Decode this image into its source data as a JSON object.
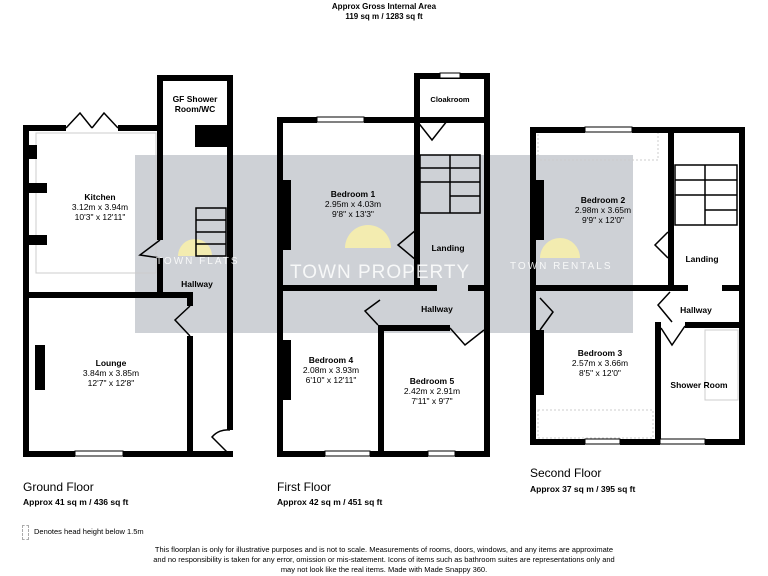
{
  "header": {
    "title": "Approx Gross Internal Area",
    "area": "119 sq m / 1283 sq ft"
  },
  "floors": [
    {
      "name": "Ground Floor",
      "area": "Approx 41 sq m / 436 sq ft",
      "rooms": [
        {
          "name": "GF Shower Room/WC",
          "dims_m": "",
          "dims_ft": ""
        },
        {
          "name": "Kitchen",
          "dims_m": "3.12m x 3.94m",
          "dims_ft": "10'3\" x 12'11\""
        },
        {
          "name": "Hallway",
          "dims_m": "",
          "dims_ft": ""
        },
        {
          "name": "Lounge",
          "dims_m": "3.84m x 3.85m",
          "dims_ft": "12'7\" x 12'8\""
        }
      ]
    },
    {
      "name": "First Floor",
      "area": "Approx 42 sq m / 451 sq ft",
      "rooms": [
        {
          "name": "Cloakroom",
          "dims_m": "",
          "dims_ft": ""
        },
        {
          "name": "Bedroom 1",
          "dims_m": "2.95m x 4.03m",
          "dims_ft": "9'8\" x 13'3\""
        },
        {
          "name": "Landing",
          "dims_m": "",
          "dims_ft": ""
        },
        {
          "name": "Hallway",
          "dims_m": "",
          "dims_ft": ""
        },
        {
          "name": "Bedroom 4",
          "dims_m": "2.08m x 3.93m",
          "dims_ft": "6'10\" x 12'11\""
        },
        {
          "name": "Bedroom 5",
          "dims_m": "2.42m x 2.91m",
          "dims_ft": "7'11\" x 9'7\""
        }
      ]
    },
    {
      "name": "Second Floor",
      "area": "Approx 37 sq m / 395 sq ft",
      "rooms": [
        {
          "name": "Bedroom 2",
          "dims_m": "2.98m x 3.65m",
          "dims_ft": "9'9\" x 12'0\""
        },
        {
          "name": "Landing",
          "dims_m": "",
          "dims_ft": ""
        },
        {
          "name": "Hallway",
          "dims_m": "",
          "dims_ft": ""
        },
        {
          "name": "Bedroom 3",
          "dims_m": "2.57m x 3.66m",
          "dims_ft": "8'5\" x 12'0\""
        },
        {
          "name": "Shower Room",
          "dims_m": "",
          "dims_ft": ""
        }
      ]
    }
  ],
  "watermarks": [
    "TOWN FLATS",
    "TOWN PROPERTY",
    "TOWN RENTALS"
  ],
  "legend": "Denotes head height below 1.5m",
  "disclaimer": [
    "This floorplan is only for illustrative purposes and is not to scale. Measurements of rooms, doors, windows, and any items are approximate",
    "and no responsibility is taken for any error, omission or mis-statement. Icons of items such as bathroom suites are representations only and",
    "may not look like the real items. Made with Made Snappy 360."
  ],
  "colors": {
    "wall": "#000000",
    "watermark_band": "#c5c9cf",
    "logo": "#f3ecb0"
  }
}
